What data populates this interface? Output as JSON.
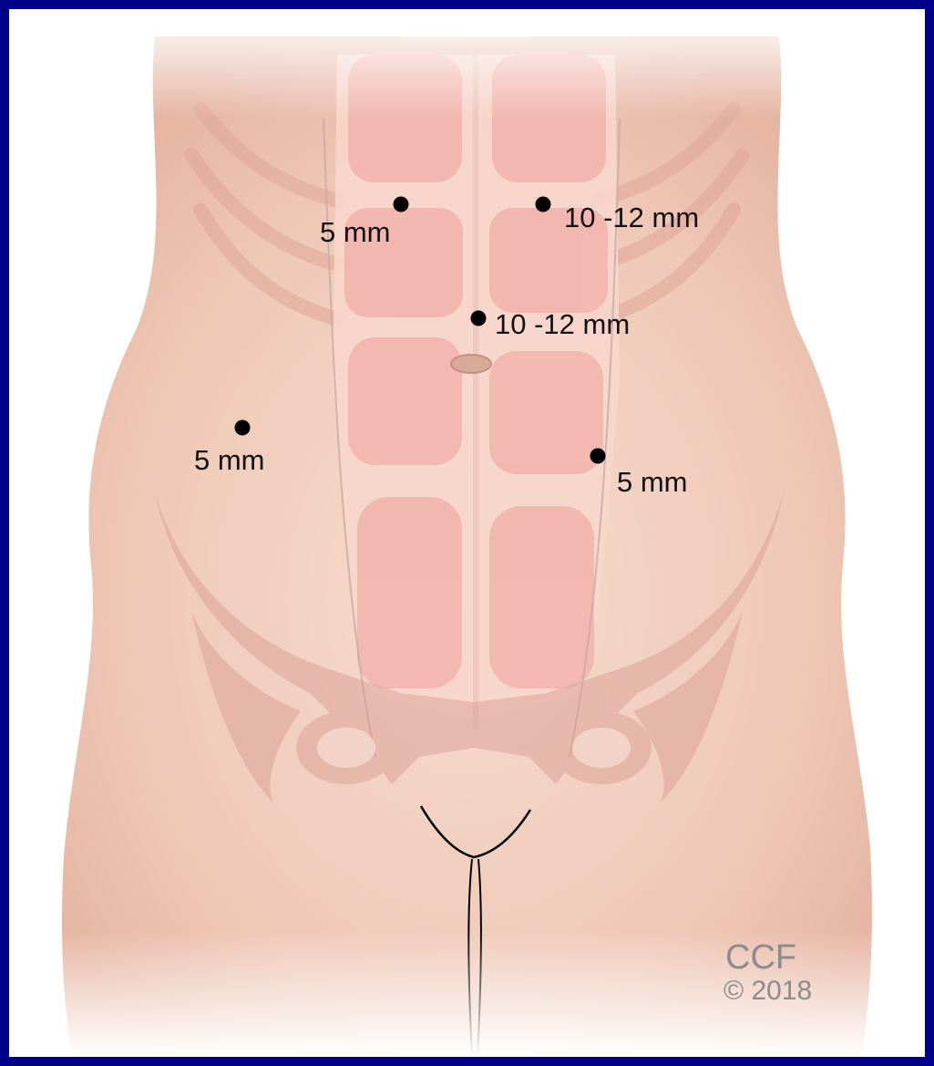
{
  "colors": {
    "border": "#00008b",
    "background": "#ffffff",
    "skin": "#f1cdbd",
    "skin_shadow": "#dba694",
    "muscle": "#f2b3ab",
    "bone": "#d89a8f",
    "port_marker": "#000000",
    "credit_text": "#8c8c8c"
  },
  "ports": [
    {
      "id": "upper-left",
      "label": "5 mm"
    },
    {
      "id": "upper-right",
      "label": "10 -12 mm"
    },
    {
      "id": "umbilical",
      "label": "10 -12 mm"
    },
    {
      "id": "lower-left",
      "label": "5 mm"
    },
    {
      "id": "lower-right",
      "label": "5 mm"
    }
  ],
  "credit": {
    "org": "CCF",
    "copyright": "© 2018"
  }
}
